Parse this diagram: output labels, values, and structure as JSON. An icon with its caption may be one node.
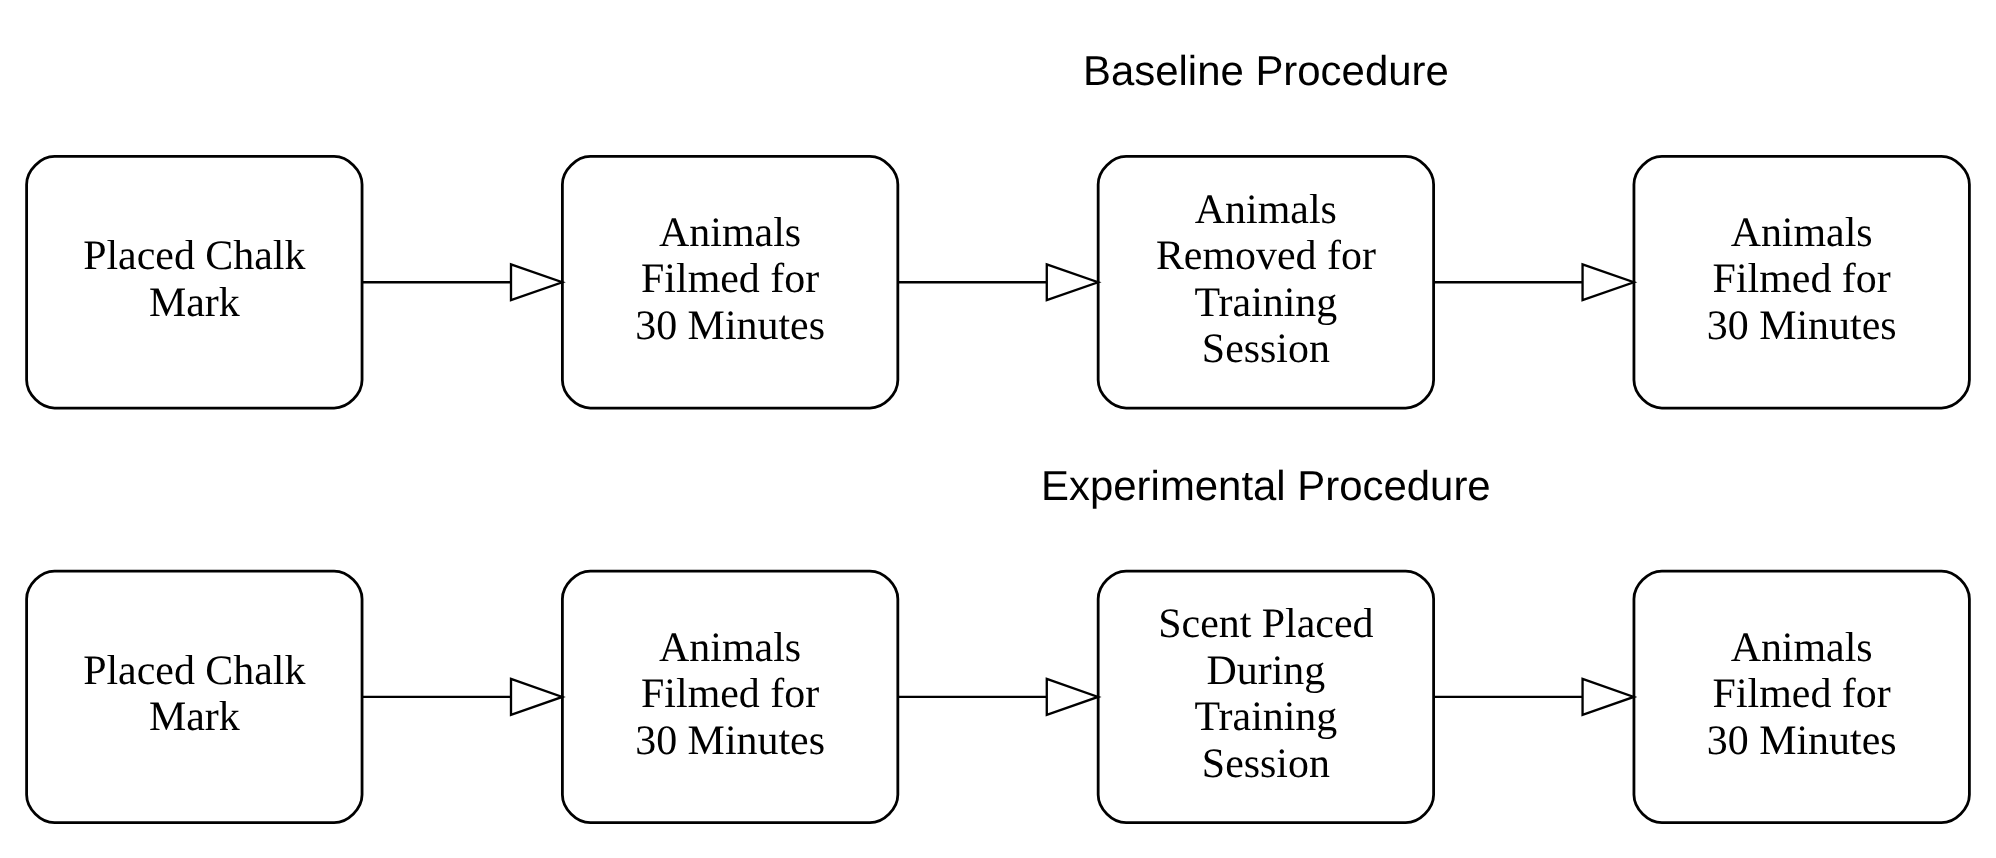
{
  "diagram": {
    "nodes": [
      {
        "text": [
          "Placed Chalk Mark"
        ]
      },
      {
        "text": [
          "Animals Filmed for 30 Minutes"
        ]
      },
      {
        "text": [
          "Animals Removed for Training Session"
        ]
      },
      {
        "text": [
          "Animals Filmed for 30 Minutes"
        ]
      },
      {
        "text": [
          "Placed Chalk Mark"
        ]
      },
      {
        "text": [
          "Animals Filmed for 30 Minutes"
        ]
      },
      {
        "text": [
          "Scent Placed During Training Session"
        ]
      },
      {
        "text": [
          "Animals Filmed for 30 Minutes"
        ]
      }
    ],
    "edges": [
      {
        "from": 0,
        "to": 1,
        "arrow": "to"
      },
      {
        "from": 1,
        "to": 2,
        "arrow": "to"
      },
      {
        "from": 2,
        "to": 3,
        "arrow": "to"
      },
      {
        "from": 4,
        "to": 5,
        "arrow": "to"
      },
      {
        "from": 5,
        "to": 6,
        "arrow": "to"
      },
      {
        "from": 6,
        "to": 7,
        "arrow": "to"
      }
    ],
    "labels": [
      "Baseline Procedure",
      "Experimental Procedure"
    ]
  }
}
